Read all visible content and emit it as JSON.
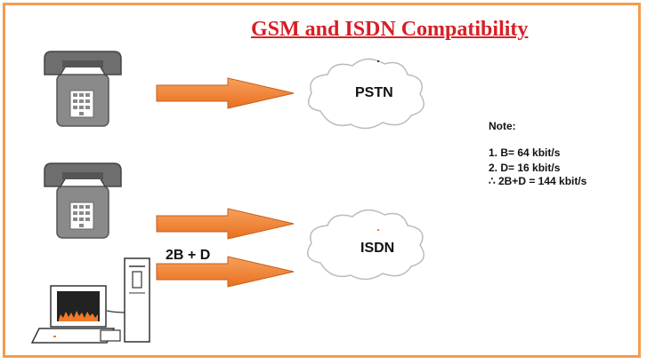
{
  "title": "GSM and ISDN Compatibility",
  "clouds": {
    "pstn": "PSTN",
    "isdn": "ISDN"
  },
  "link_label": "2B + D",
  "note": {
    "heading": "Note:",
    "line1": "1. B= 64 kbit/s",
    "line2": "2. D= 16 kbit/s",
    "line3": "∴   2B+D = 144 kbit/s"
  },
  "colors": {
    "frame": "#f39c4e",
    "title": "#d71f26",
    "arrow": "#f4823a"
  }
}
